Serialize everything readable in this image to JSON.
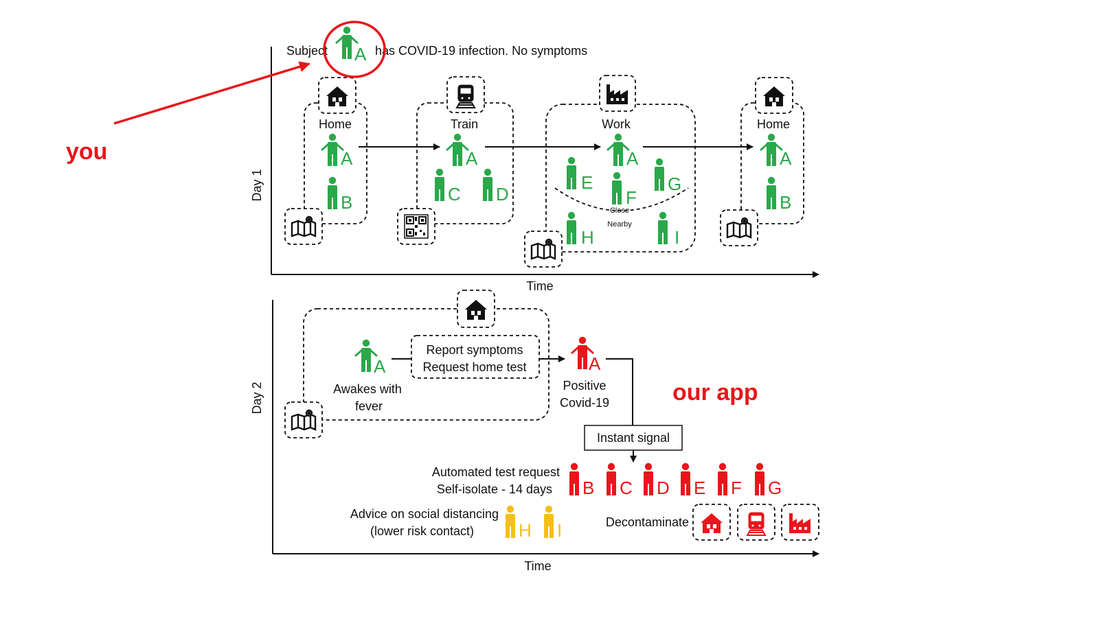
{
  "annotations": {
    "you": "you",
    "our_app": "our app"
  },
  "colors": {
    "green": "#2aa84a",
    "red": "#e8161b",
    "yellow": "#f5bf1b",
    "annotation_red": "#e8161b",
    "black": "#111111"
  },
  "day1": {
    "axis_label": "Day 1",
    "time_label": "Time",
    "subject_prefix": "Subject",
    "subject_suffix": "has COVID-19 infection. No symptoms",
    "locations": {
      "home1": "Home",
      "train": "Train",
      "work": "Work",
      "home2": "Home"
    },
    "close_label": "Close",
    "nearby_label": "Nearby",
    "people": {
      "subject": "A",
      "home1_a": "A",
      "home1_b": "B",
      "train_a": "A",
      "train_c": "C",
      "train_d": "D",
      "work_a": "A",
      "work_e": "E",
      "work_f": "F",
      "work_g": "G",
      "work_h": "H",
      "work_i": "I",
      "home2_a": "A",
      "home2_b": "B"
    }
  },
  "day2": {
    "axis_label": "Day 2",
    "time_label": "Time",
    "awakes_line1": "Awakes with",
    "awakes_line2": "fever",
    "report_line1": "Report symptoms",
    "report_line2": "Request home test",
    "positive_line1": "Positive",
    "positive_line2": "Covid-19",
    "instant_signal": "Instant signal",
    "automated_line1": "Automated test request",
    "automated_line2": "Self-isolate - 14 days",
    "advice_line1": "Advice on social distancing",
    "advice_line2": "(lower risk contact)",
    "decontaminate": "Decontaminate",
    "people": {
      "awake_a": "A",
      "positive_a": "A",
      "red": [
        "B",
        "C",
        "D",
        "E",
        "F",
        "G"
      ],
      "yellow": [
        "H",
        "I"
      ]
    }
  }
}
